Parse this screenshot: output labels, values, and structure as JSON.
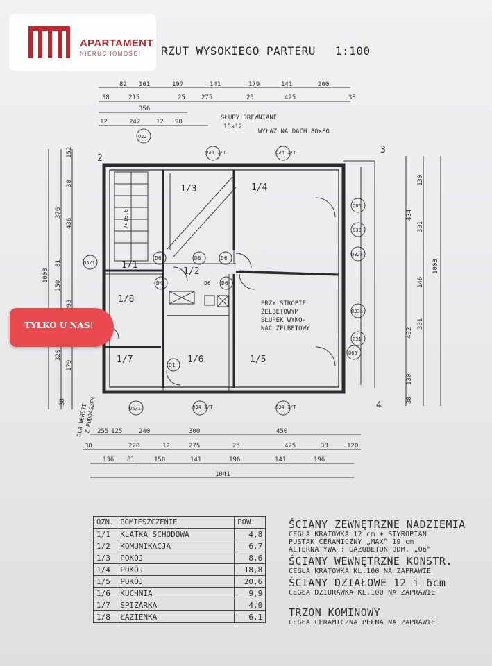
{
  "logo": {
    "name": "APARTAMENT",
    "subtitle": "NIERUCHOMOŚCI"
  },
  "badge": {
    "text": "TYLKO U NAS!"
  },
  "plan": {
    "title": "RZUT WYSOKIEGO PARTERU",
    "scale": "1:100",
    "top_dims_1": [
      "82",
      "101",
      "197",
      "141",
      "179",
      "141",
      "200"
    ],
    "top_dims_2": [
      "38",
      "215",
      "25",
      "275",
      "25",
      "425",
      "38"
    ],
    "top_dims_3": [
      "356"
    ],
    "top_dims_4": [
      "12",
      "242",
      "12",
      "90"
    ],
    "note_columns": "SŁUPY DREWNIANE",
    "note_columns_size": "10×12",
    "note_roof": "WYŁAZ NA DACH 80×80",
    "bottom_dims_1": [
      "255",
      "125",
      "240",
      "300",
      "450"
    ],
    "bottom_dims_2": [
      "38",
      "228",
      "12",
      "275",
      "25",
      "425",
      "38",
      "120"
    ],
    "bottom_dims_3": [
      "136",
      "81",
      "150",
      "141",
      "196",
      "141",
      "196"
    ],
    "bottom_total": "1041",
    "left_dims": [
      "152",
      "38",
      "376",
      "436",
      "81",
      "150",
      "1008",
      "293",
      "320",
      "179",
      "38"
    ],
    "right_dims": [
      "130",
      "434",
      "301",
      "1008",
      "146",
      "492",
      "301",
      "130",
      "38"
    ],
    "corners": [
      "2",
      "3",
      "4"
    ],
    "room_labels": [
      "1/1",
      "1/2",
      "1/3",
      "1/4",
      "1/5",
      "1/6",
      "1/7",
      "1/8"
    ],
    "door_tags": [
      "D6",
      "D6",
      "D6",
      "D6",
      "D4",
      "D1",
      "D6"
    ],
    "window_tags": [
      "O22",
      "O34 1/T",
      "O34 1/T",
      "O86",
      "O30",
      "O32a",
      "O33a",
      "O31",
      "O85",
      "O5/1",
      "O5/1",
      "O34 1/T",
      "O34 1/T"
    ],
    "stair_label": "7×16,6",
    "note_pillar": [
      "PRZY STROPIE",
      "ŻELBETOWYM",
      "SŁUPEK WYKO-",
      "NAĆ ŻELBETOWY"
    ],
    "side_note": [
      "DLA WERSJI",
      "Z PODDASZEM"
    ]
  },
  "rooms_table": {
    "headers": [
      "OZN.",
      "POMIESZCZENIE",
      "POW."
    ],
    "rows": [
      [
        "1/1",
        "KLATKA SCHODOWA",
        "4,8"
      ],
      [
        "1/2",
        "KOMUNIKACJA",
        "6,7"
      ],
      [
        "1/3",
        "POKÓJ",
        "8,6"
      ],
      [
        "1/4",
        "POKÓJ",
        "18,8"
      ],
      [
        "1/5",
        "POKÓJ",
        "20,6"
      ],
      [
        "1/6",
        "KUCHNIA",
        "9,9"
      ],
      [
        "1/7",
        "SPIŻARKA",
        "4,0"
      ],
      [
        "1/8",
        "ŁAZIENKA",
        "6,1"
      ]
    ]
  },
  "walls": {
    "ext_title": "ŚCIANY ZEWNĘTRZNE NADZIEMIA",
    "ext_line1": "CEGŁA KRATÓWKA 12 cm + STYROPIAN",
    "ext_line2": "PUSTAK CERAMICZNY „MAX” 19 cm",
    "ext_line3": "ALTERNATYWA : GAZOBETON ODM. „06”",
    "int_title": "ŚCIANY WEWNĘTRZNE KONSTR.",
    "int_line1": "CEGŁA KRATÓWKA KL.100 NA ZAPRAWIE",
    "part_title": "ŚCIANY DZIAŁOWE 12 i 6cm",
    "part_line1": "CEGŁA DZIURAWKA KL.100 NA ZAPRAWIE",
    "chim_title": "TRZON KOMINOWY",
    "chim_line1": "CEGŁA CERAMICZNA PEŁNA NA ZAPRAWIE"
  }
}
